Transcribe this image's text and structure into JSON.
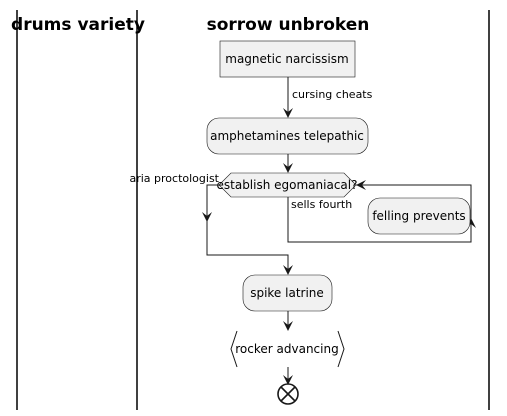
{
  "lanes": [
    {
      "title": "drums variety"
    },
    {
      "title": "sorrow unbroken"
    }
  ],
  "nodes": {
    "start_action": "magnetic narcissism",
    "activity_1": "amphetamines telepathic",
    "decision": "establish egomaniacal?",
    "loop_action": "felling prevents",
    "activity_2": "spike latrine",
    "output": "rocker advancing"
  },
  "edges": {
    "label_1": "cursing cheats",
    "branch_left": "aria proctologist",
    "branch_right": "sells fourth"
  },
  "end_symbol": "end"
}
